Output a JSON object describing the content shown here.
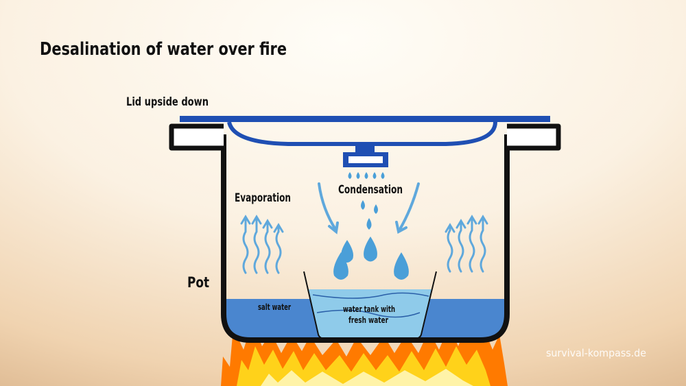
{
  "title": "Desalination of water over fire",
  "labels": {
    "lid": "Lid upside down",
    "evaporation": "Evaporation",
    "condensation": "Condensation",
    "pot": "Pot",
    "salt_water": "salt water",
    "tank_line1": "water tank with",
    "tank_line2": "fresh water"
  },
  "watermark": "survival-kompass.de",
  "colors": {
    "pot_outline": "#111111",
    "lid": "#1f4fb3",
    "salt_water": "#4a86cf",
    "fresh_water": "#8fcbea",
    "drops": "#4a9fd8",
    "arrows": "#5fa8dc",
    "fire_outer": "#ff7a00",
    "fire_inner": "#ffd21a"
  }
}
